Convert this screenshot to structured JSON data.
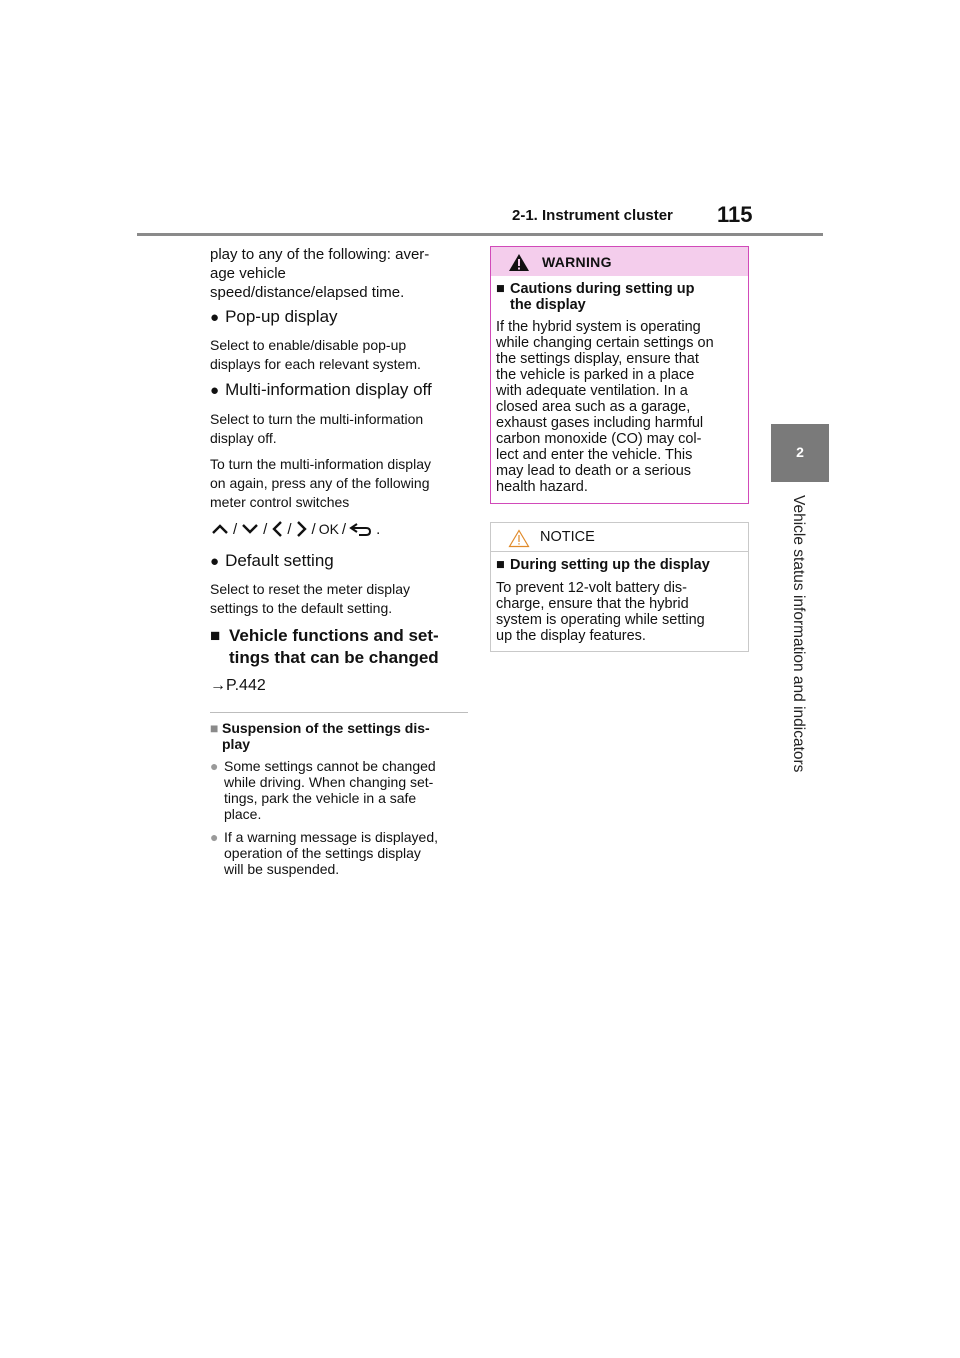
{
  "header": {
    "section": "2-1. Instrument cluster",
    "page_number": "115"
  },
  "side_tab": {
    "chapter": "2",
    "chapter_title": "Vehicle status information and indicators"
  },
  "left": {
    "intro": [
      "play to any of the following: aver-",
      "age vehicle",
      "speed/distance/elapsed time."
    ],
    "popup": {
      "title": "Pop-up display",
      "lines": [
        "Select to enable/disable pop-up",
        "displays for each relevant system."
      ]
    },
    "mid_off": {
      "title": "Multi-information display off",
      "lines": [
        "Select to turn the multi-information",
        "display off."
      ],
      "lines2": [
        "To turn the multi-information display",
        "on again, press any of the following",
        "meter control switches"
      ]
    },
    "switches": {
      "sep": "/",
      "ok": "OK",
      "end": "."
    },
    "default": {
      "title": "Default setting",
      "lines": [
        "Select to reset the meter display",
        "settings to the default setting."
      ]
    },
    "vehicle_functions": {
      "square": "■",
      "lines": [
        "Vehicle functions and set-",
        "tings that can be changed"
      ],
      "ref": "→P.442"
    },
    "note": {
      "square": "■",
      "title": [
        "Suspension of the settings dis-",
        "play"
      ],
      "bullet": "●",
      "b1": [
        "Some settings cannot be changed",
        "while driving. When changing set-",
        "tings, park the vehicle in a safe",
        "place."
      ],
      "b2": [
        "If a warning message is displayed,",
        "operation of the settings display",
        "will be suspended."
      ]
    }
  },
  "warning": {
    "label": "WARNING",
    "square": "■",
    "heading": [
      "Cautions during setting up",
      "the display"
    ],
    "body": [
      "If the hybrid system is operating",
      "while changing certain settings on",
      "the settings display, ensure that",
      "the vehicle is parked in a place",
      "with adequate ventilation. In a",
      "closed area such as a garage,",
      "exhaust gases including harmful",
      "carbon monoxide (CO) may col-",
      "lect and enter the vehicle. This",
      "may lead to death or a serious",
      "health hazard."
    ]
  },
  "notice": {
    "label": "NOTICE",
    "square": "■",
    "heading": "During setting up the display",
    "body": [
      "To prevent 12-volt battery dis-",
      "charge, ensure that the hybrid",
      "system is operating while setting",
      "up the display features."
    ]
  },
  "colors": {
    "warning_border": "#d14ab9",
    "warning_fill": "#f4cdec",
    "tab_gray": "#7a7a7a"
  }
}
